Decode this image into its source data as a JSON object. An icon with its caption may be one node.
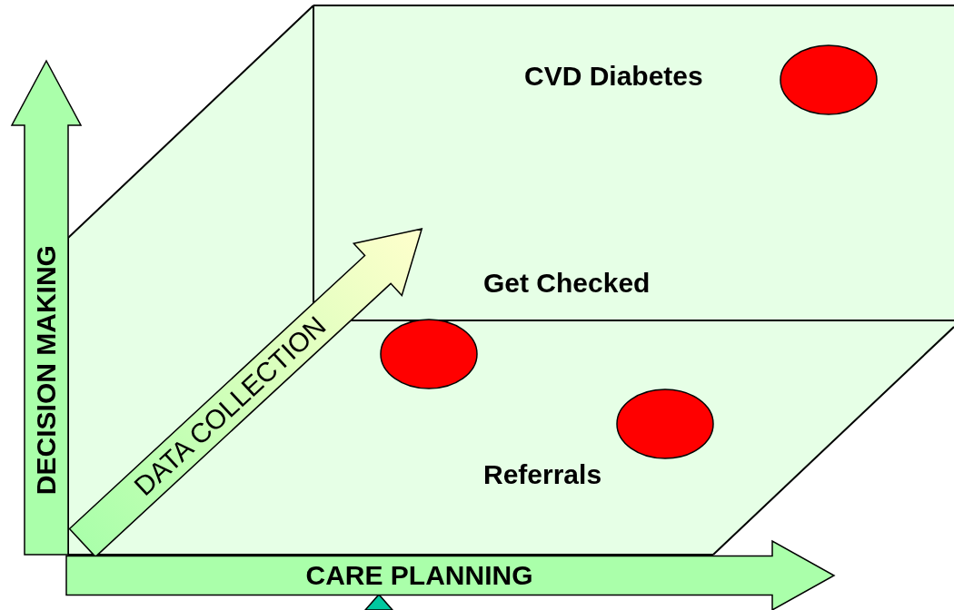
{
  "diagram": {
    "nodes": [
      {
        "text": [
          "DECISION MAKING"
        ]
      },
      {
        "text": [
          "DATA COLLECTION"
        ]
      },
      {
        "text": [
          "CARE PLANNING"
        ]
      },
      {
        "text": [],
        "shape": "circle"
      },
      {
        "text": [],
        "shape": "circle"
      },
      {
        "text": [],
        "shape": "circle"
      }
    ],
    "labels": [
      "CVD Diabetes",
      "Get Checked",
      "Referrals"
    ]
  }
}
